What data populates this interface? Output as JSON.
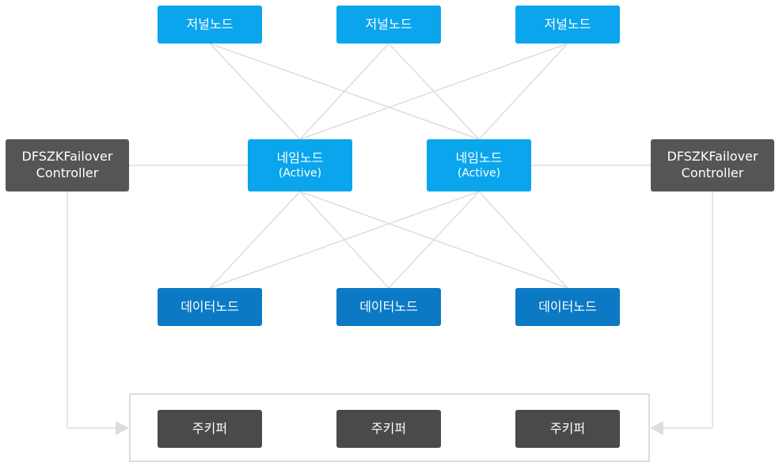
{
  "journal_nodes": [
    {
      "label": "저널노드"
    },
    {
      "label": "저널노드"
    },
    {
      "label": "저널노드"
    }
  ],
  "name_nodes": [
    {
      "label": "네임노드",
      "state": "(Active)"
    },
    {
      "label": "네임노드",
      "state": "(Active)"
    }
  ],
  "data_nodes": [
    {
      "label": "데이터노드"
    },
    {
      "label": "데이터노드"
    },
    {
      "label": "데이터노드"
    }
  ],
  "failover_controllers": [
    {
      "line1": "DFSZKFailover",
      "line2": "Controller"
    },
    {
      "line1": "DFSZKFailover",
      "line2": "Controller"
    }
  ],
  "zookeepers": [
    {
      "label": "주키퍼"
    },
    {
      "label": "주키퍼"
    },
    {
      "label": "주키퍼"
    }
  ],
  "colors": {
    "journal_node": "#0aa5ec",
    "name_node": "#0aa5ec",
    "data_node": "#0b79c4",
    "failover_controller": "#555555",
    "zookeeper": "#4a4a4a",
    "connector": "#dddddd"
  }
}
